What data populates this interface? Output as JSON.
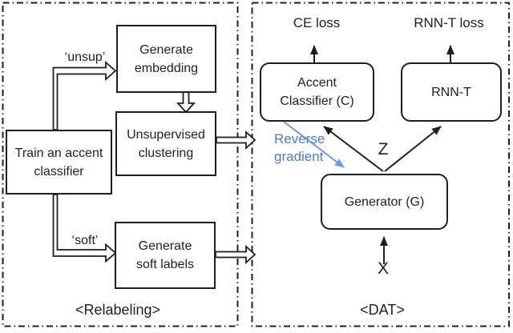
{
  "diagram": {
    "left_panel": {
      "caption": "<Relabeling>",
      "boxes": {
        "train_classifier": {
          "line1": "Train an accent",
          "line2": "classifier"
        },
        "generate_embedding": {
          "line1": "Generate",
          "line2": "embedding"
        },
        "unsupervised_clustering": {
          "line1": "Unsupervised",
          "line2": "clustering"
        },
        "generate_soft_labels": {
          "line1": "Generate",
          "line2": "soft labels"
        }
      },
      "edge_labels": {
        "unsup": "‘unsup’",
        "soft": "‘soft’"
      }
    },
    "right_panel": {
      "caption": "<DAT>",
      "boxes": {
        "accent_classifier": {
          "line1": "Accent",
          "line2": "Classifier (C)"
        },
        "rnn_t": {
          "label": "RNN-T"
        },
        "generator": {
          "label": "Generator (G)"
        }
      },
      "labels": {
        "ce_loss": "CE loss",
        "rnnt_loss": "RNN-T loss",
        "z": "Z",
        "x": "X",
        "reverse_gradient_line1": "Reverse",
        "reverse_gradient_line2": "gradient"
      }
    },
    "colors": {
      "line_color": "#1f1f1f",
      "blue_text": "#4d7bc8",
      "blue_arrow": "#689ae6"
    }
  }
}
